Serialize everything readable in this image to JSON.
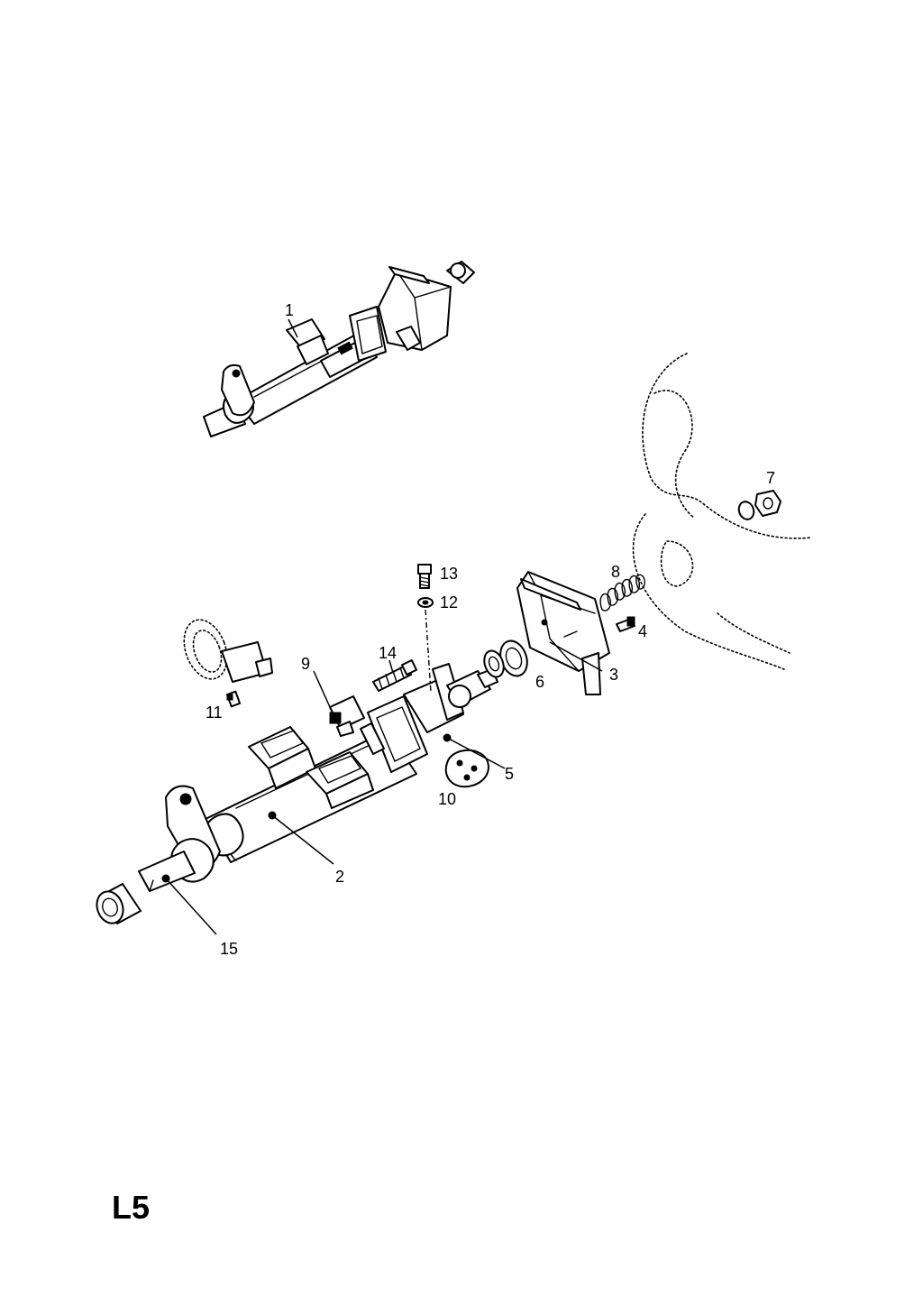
{
  "callouts": {
    "c1": "1",
    "c2": "2",
    "c3": "3",
    "c4": "4",
    "c5": "5",
    "c6": "6",
    "c7": "7",
    "c8": "8",
    "c9": "9",
    "c10": "10",
    "c11": "11",
    "c12": "12",
    "c13": "13",
    "c14": "14",
    "c15": "15"
  },
  "page_code": "L5"
}
